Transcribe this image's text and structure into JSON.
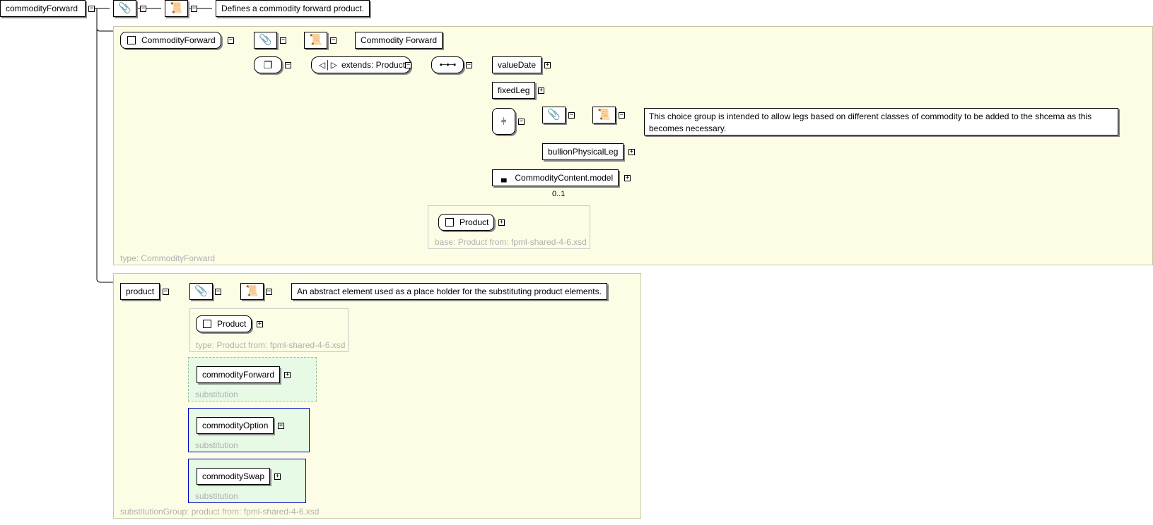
{
  "root": {
    "name": "commodityForward",
    "doc": "Defines a commodity forward product."
  },
  "type_region": {
    "caption": "type: CommodityForward",
    "complex_type": {
      "name": "CommodityForward",
      "doc": "Commodity Forward"
    },
    "extension": {
      "label": "extends: Product"
    },
    "sequence_children": {
      "valueDate": "valueDate",
      "fixedLeg": "fixedLeg",
      "choice_doc": "This choice group is intended to allow legs based on different classes of commodity to be added to the shcema as this becomes necessary.",
      "bullion": "bullionPhysicalLeg",
      "group": "CommodityContent.model",
      "group_occurrence": "0..1"
    },
    "base": {
      "name": "Product",
      "caption": "base: Product from: fpml-shared-4-6.xsd"
    }
  },
  "product_region": {
    "caption": "substitutionGroup: product from: fpml-shared-4-6.xsd",
    "element": {
      "name": "product",
      "doc": "An abstract element used as a place holder for the substituting product elements."
    },
    "type_box": {
      "name": "Product",
      "caption": "type: Product from: fpml-shared-4-6.xsd"
    },
    "substitutions": [
      {
        "name": "commodityForward",
        "caption": "substitution"
      },
      {
        "name": "commodityOption",
        "caption": "substitution"
      },
      {
        "name": "commoditySwap",
        "caption": "substitution"
      }
    ]
  },
  "colors": {
    "region_fill": "#fdfde6",
    "substitution_fill": "#e6fae6",
    "substitution_border": "#0000c0",
    "caption_gray": "#b0b0b0"
  }
}
